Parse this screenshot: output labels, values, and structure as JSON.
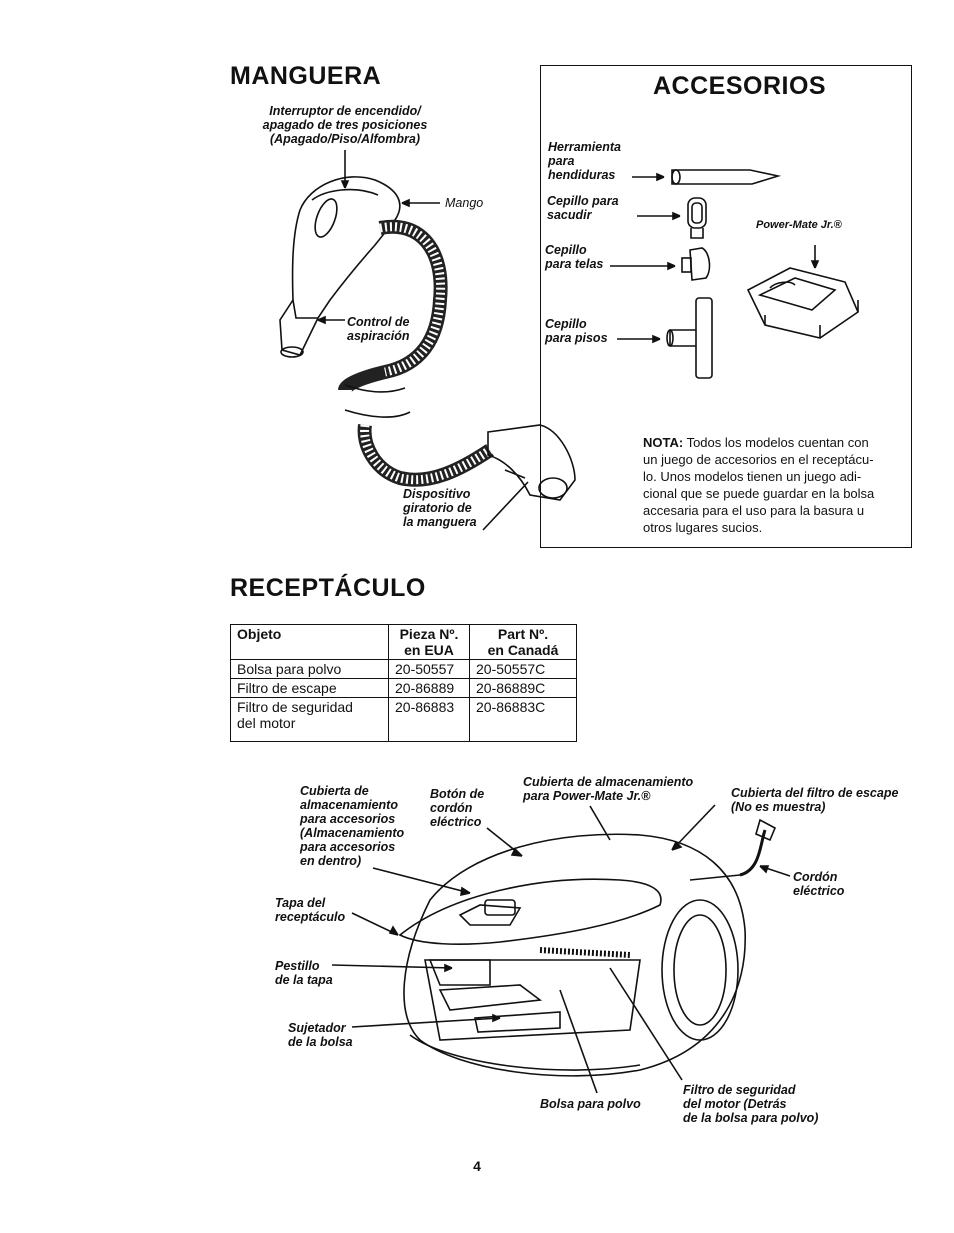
{
  "manguera": {
    "title": "MANGUERA",
    "switch_label": "Interruptor de encendido/\napagado de tres posiciones\n(Apagado/Piso/Alfombra)",
    "handle_label": "Mango",
    "suction_label": "Control de\naspiración",
    "swivel_label": "Dispositivo\ngiratorio de\nla manguera"
  },
  "accesorios": {
    "title": "ACCESORIOS",
    "crevice": "Herramienta\npara\nhendiduras",
    "dusting": "Cepillo para\nsacudir",
    "upholstery": "Cepillo\npara telas",
    "floor": "Cepillo\npara pisos",
    "powermate": "Power-Mate Jr.®",
    "note_label": "NOTA:",
    "note_text": " Todos los modelos cuentan con\nun juego de accesorios en el receptácu-\nlo. Unos modelos tienen un juego adi-\ncional que se puede guardar en la bolsa\naccesaria para el uso para la basura u\notros lugares sucios."
  },
  "receptaculo": {
    "title": "RECEPTÁCULO",
    "table": {
      "headers": [
        "Objeto",
        "Pieza Nº.\nen EUA",
        "Part Nº.\nen Canadá"
      ],
      "rows": [
        [
          "Bolsa para polvo",
          "20-50557",
          "20-50557C"
        ],
        [
          "Filtro de escape",
          "20-86889",
          "20-86889C"
        ],
        [
          "Filtro de seguridad\ndel motor",
          "20-86883",
          "20-86883C"
        ]
      ]
    },
    "labels": {
      "storage_cover": "Cubierta de\nalmacenamiento\npara accesorios\n(Almacenamiento\npara accesorios\nen dentro)",
      "cord_button": "Botón de\ncordón\neléctrico",
      "powermate_cover": "Cubierta de almacenamiento\npara Power-Mate Jr.®",
      "exhaust_cover": "Cubierta del filtro de escape\n(No es muestra)",
      "cord": "Cordón\neléctrico",
      "lid": "Tapa del\nreceptáculo",
      "latch": "Pestillo\nde la tapa",
      "bag_holder": "Sujetador\nde la bolsa",
      "dust_bag": "Bolsa para polvo",
      "motor_filter": "Filtro de seguridad\ndel motor (Detrás\nde la bolsa para polvo)"
    }
  },
  "page_number": "4"
}
